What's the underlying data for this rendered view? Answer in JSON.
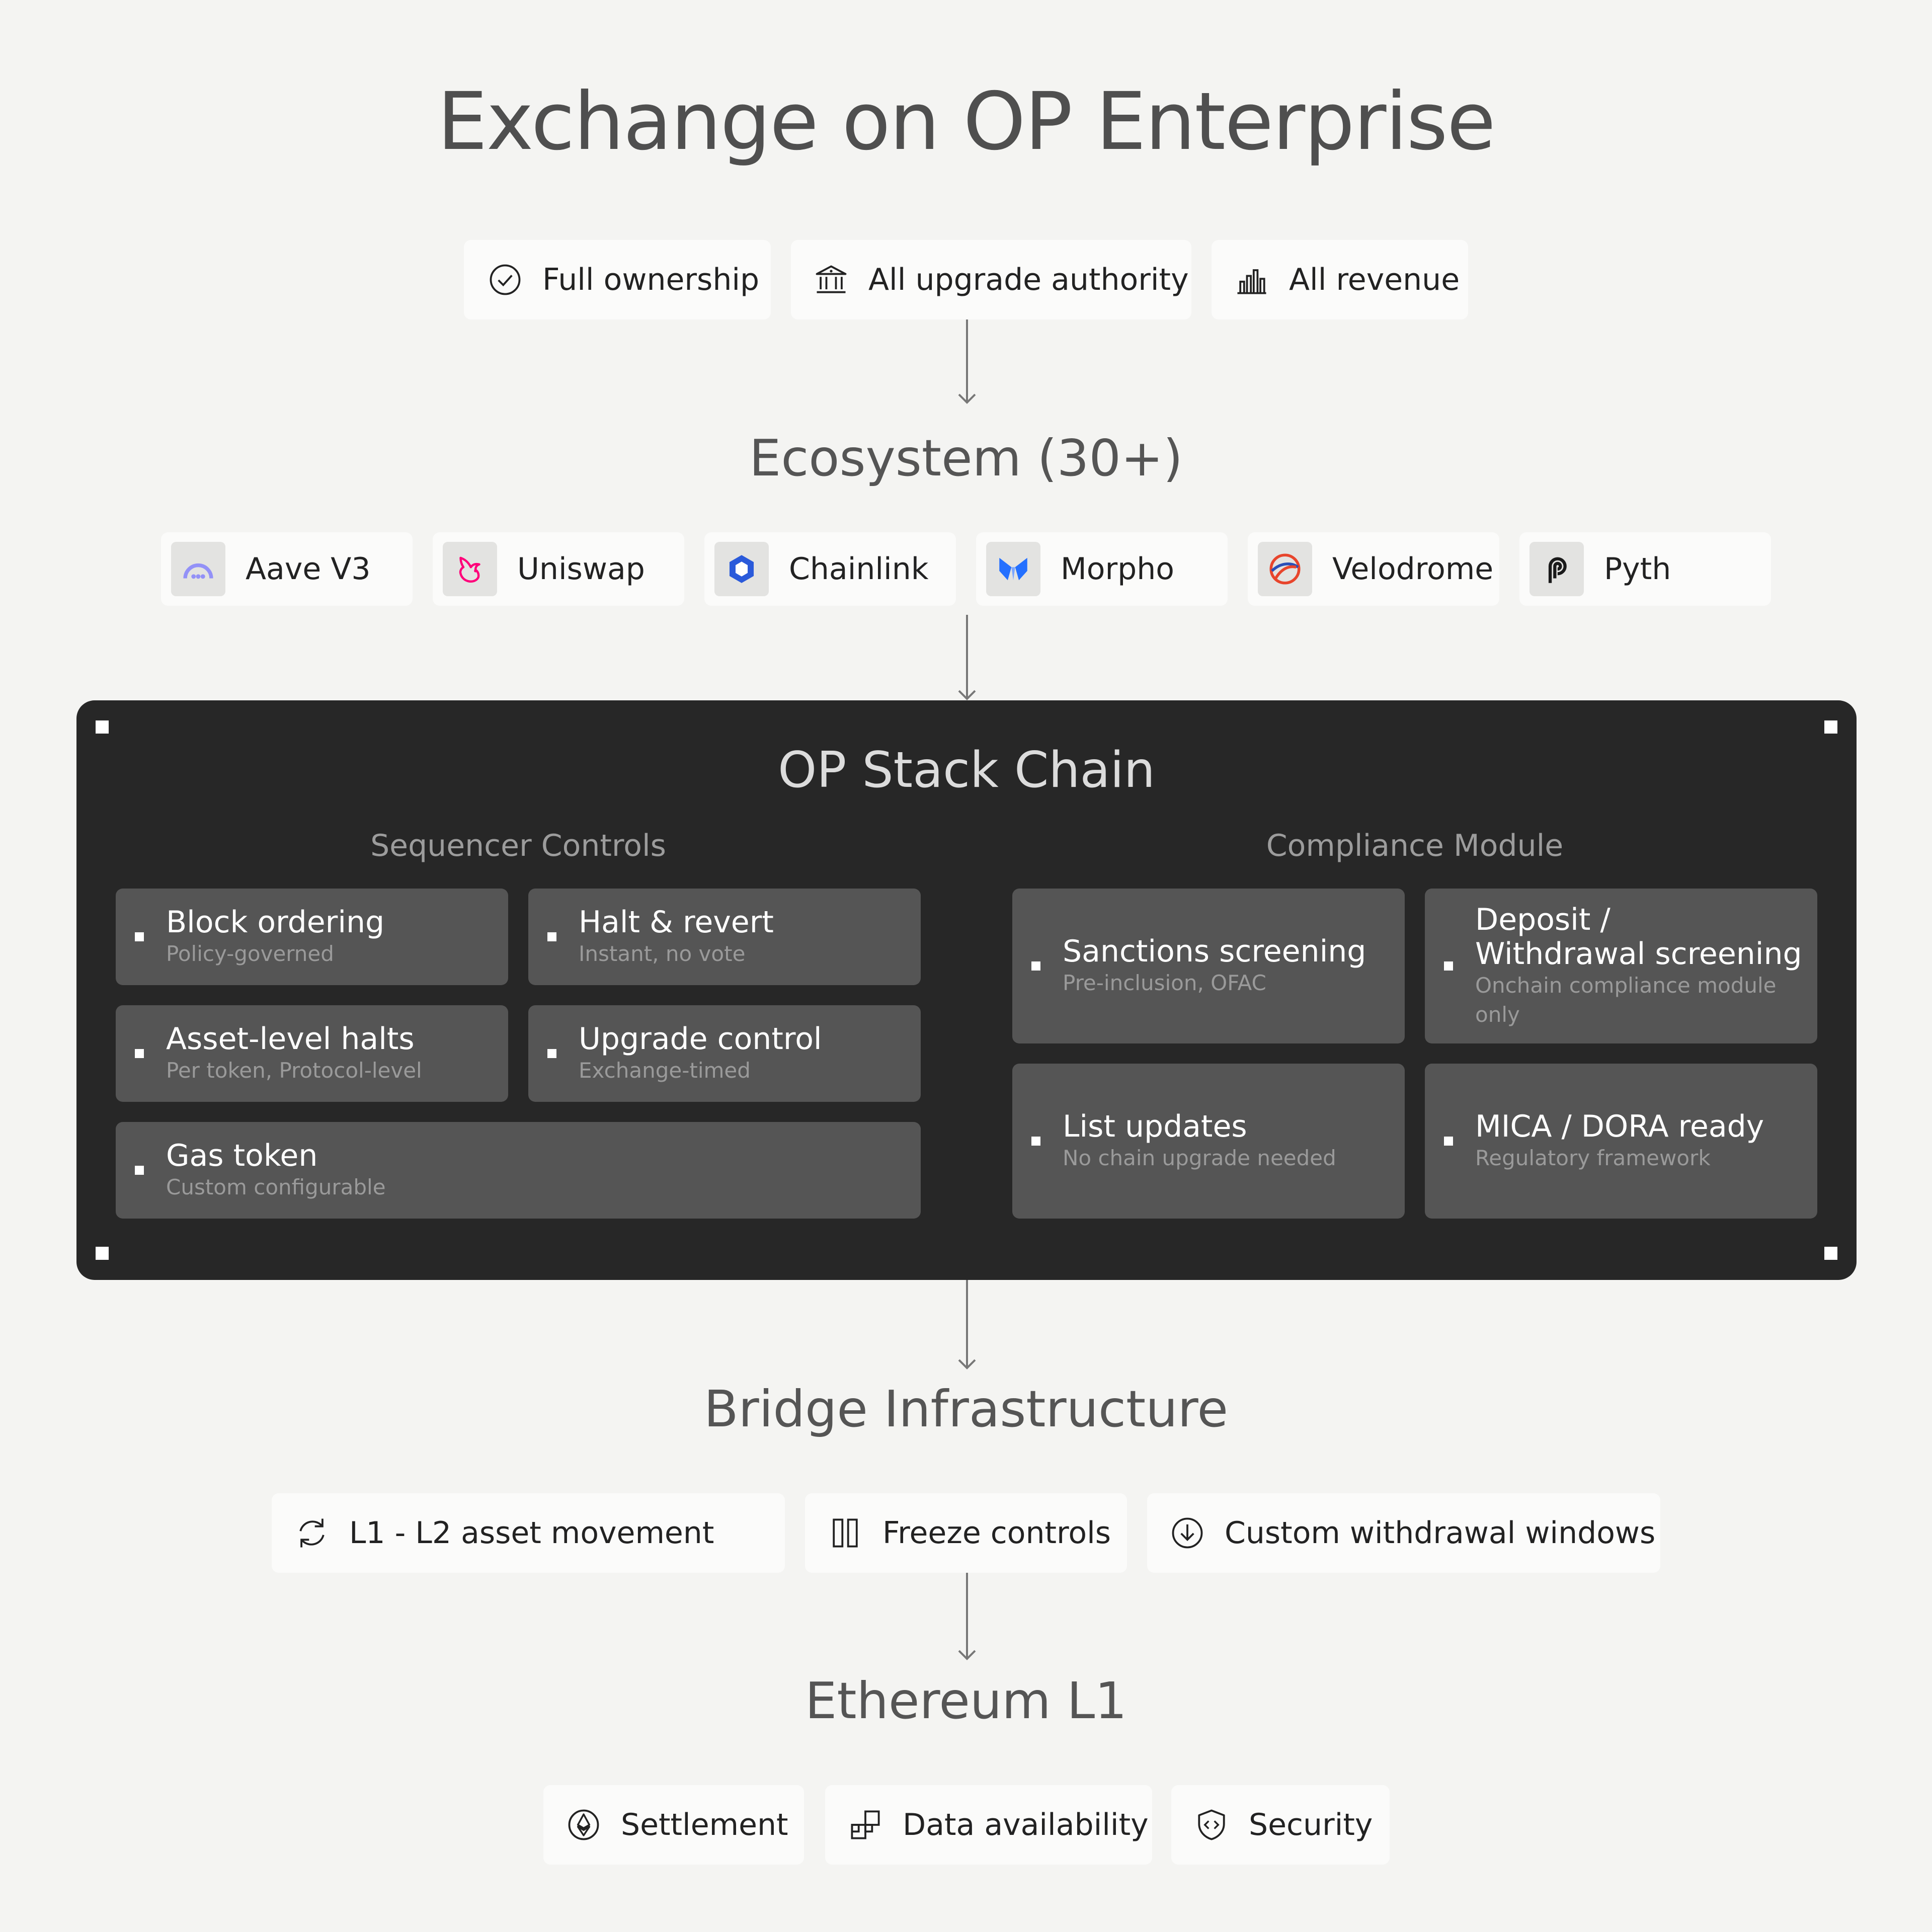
{
  "title": "Exchange on OP Enterprise",
  "top_pills": [
    {
      "label": "Full ownership",
      "icon": "check-circle-icon"
    },
    {
      "label": "All upgrade authority",
      "icon": "bank-icon"
    },
    {
      "label": "All revenue",
      "icon": "bar-chart-icon"
    }
  ],
  "ecosystem": {
    "title": "Ecosystem (30+)",
    "items": [
      {
        "label": "Aave V3",
        "icon": "aave-logo-icon",
        "color": "#9391F7"
      },
      {
        "label": "Uniswap",
        "icon": "uniswap-logo-icon",
        "color": "#FF007A"
      },
      {
        "label": "Chainlink",
        "icon": "chainlink-logo-icon",
        "color": "#2A5ADA"
      },
      {
        "label": "Morpho",
        "icon": "morpho-logo-icon",
        "color": "#2470FF"
      },
      {
        "label": "Velodrome",
        "icon": "velodrome-logo-icon",
        "color": "#E8452C"
      },
      {
        "label": "Pyth",
        "icon": "pyth-logo-icon",
        "color": "#1a1a1a"
      }
    ]
  },
  "chain": {
    "title": "OP Stack Chain",
    "sequencer": {
      "title": "Sequencer Controls",
      "cards": [
        {
          "main": "Block ordering",
          "sub": "Policy-governed"
        },
        {
          "main": "Halt & revert",
          "sub": "Instant, no vote"
        },
        {
          "main": "Asset-level halts",
          "sub": "Per token, Protocol-level"
        },
        {
          "main": "Upgrade control",
          "sub": "Exchange-timed"
        },
        {
          "main": "Gas token",
          "sub": "Custom configurable"
        }
      ]
    },
    "compliance": {
      "title": "Compliance Module",
      "cards": [
        {
          "main": "Sanctions screening",
          "sub": "Pre-inclusion, OFAC"
        },
        {
          "main": "Deposit /",
          "main2": "Withdrawal screening",
          "sub": "Onchain compliance module only"
        },
        {
          "main": "List updates",
          "sub": "No chain upgrade needed"
        },
        {
          "main": "MICA / DORA ready",
          "sub": "Regulatory framework"
        }
      ]
    }
  },
  "bridge": {
    "title": "Bridge Infrastructure",
    "pills": [
      {
        "label": "L1 - L2 asset movement",
        "icon": "refresh-icon"
      },
      {
        "label": "Freeze controls",
        "icon": "pause-icon"
      },
      {
        "label": "Custom withdrawal windows",
        "icon": "download-circle-icon"
      }
    ]
  },
  "ethereum": {
    "title": "Ethereum L1",
    "pills": [
      {
        "label": "Settlement",
        "icon": "ethereum-icon"
      },
      {
        "label": "Data availability",
        "icon": "blocks-icon"
      },
      {
        "label": "Security",
        "icon": "shield-code-icon"
      }
    ]
  }
}
